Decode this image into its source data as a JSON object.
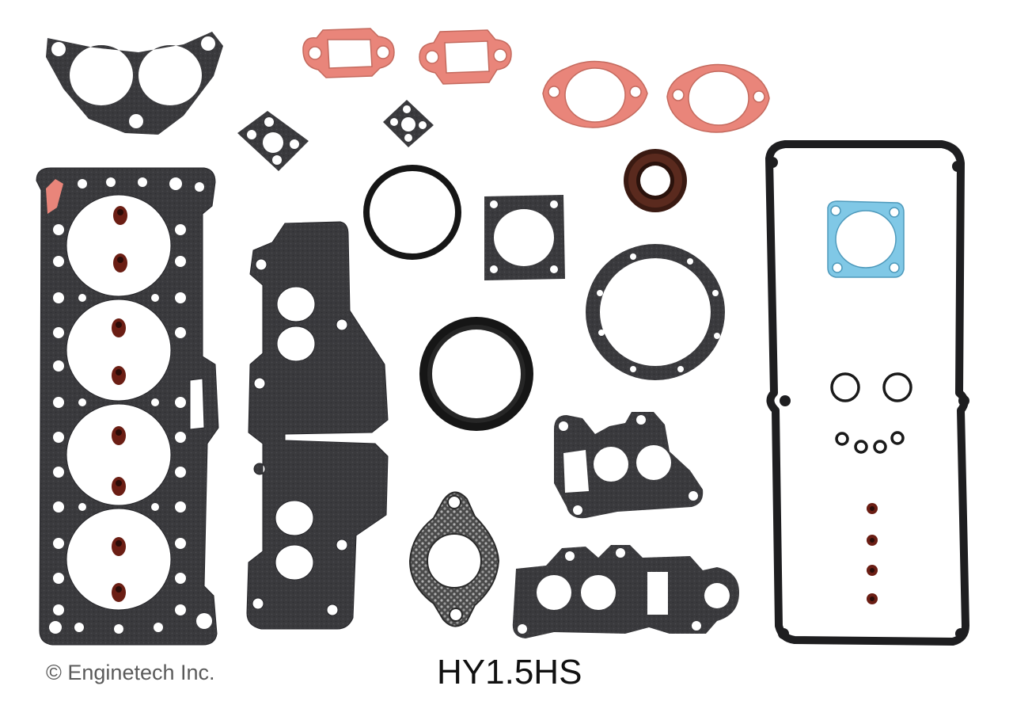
{
  "image": {
    "copyright": "© Enginetech Inc.",
    "part_number": "HY1.5HS"
  },
  "colors": {
    "background": "#ffffff",
    "gasket_dark": "#3b3b3e",
    "gasket_red": "#e9857a",
    "gasket_blue": "#80c8e6",
    "seal_black": "#161616",
    "seal_brown": "#5a2a1e",
    "valve_seal": "#6b1e14"
  },
  "parts": [
    "intake-plate-gasket",
    "red-rect-gasket-left",
    "red-rect-gasket-right",
    "red-oval-gasket-left",
    "red-oval-gasket-right",
    "small-square-gasket",
    "small-diamond-gasket",
    "cylinder-head-gasket",
    "round-seal",
    "square-flange-gasket",
    "oil-seal-small",
    "intake-manifold-gasket",
    "round-plate-gasket",
    "crank-seal",
    "throttle-body-gasket-upper",
    "throttle-body-gasket-lower",
    "exhaust-flange-gasket",
    "valve-cover-gasket",
    "blue-flange-gasket",
    "o-rings",
    "valve-stem-seals"
  ]
}
